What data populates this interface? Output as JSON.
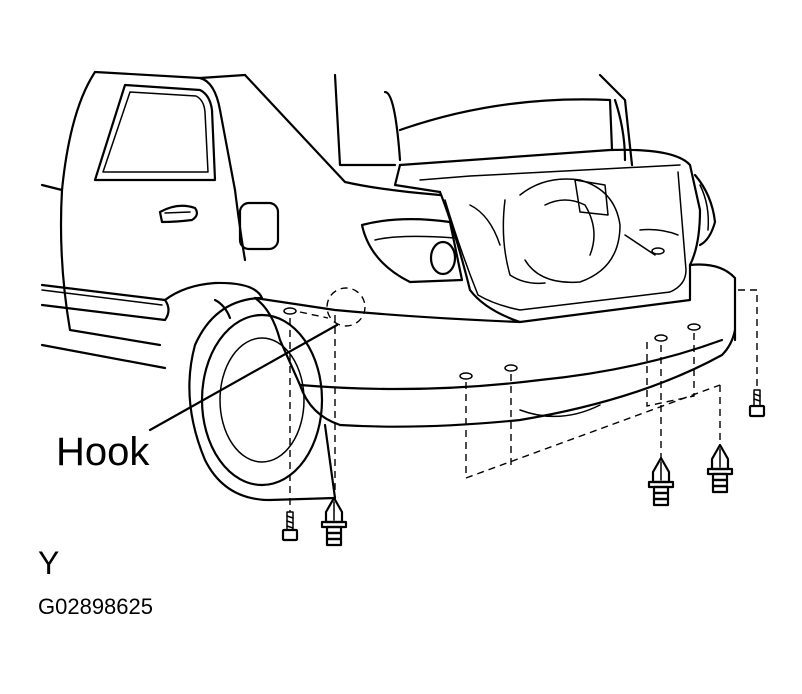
{
  "labels": {
    "hook": "Hook",
    "view": "Y",
    "figure_code": "G02898625"
  }
}
